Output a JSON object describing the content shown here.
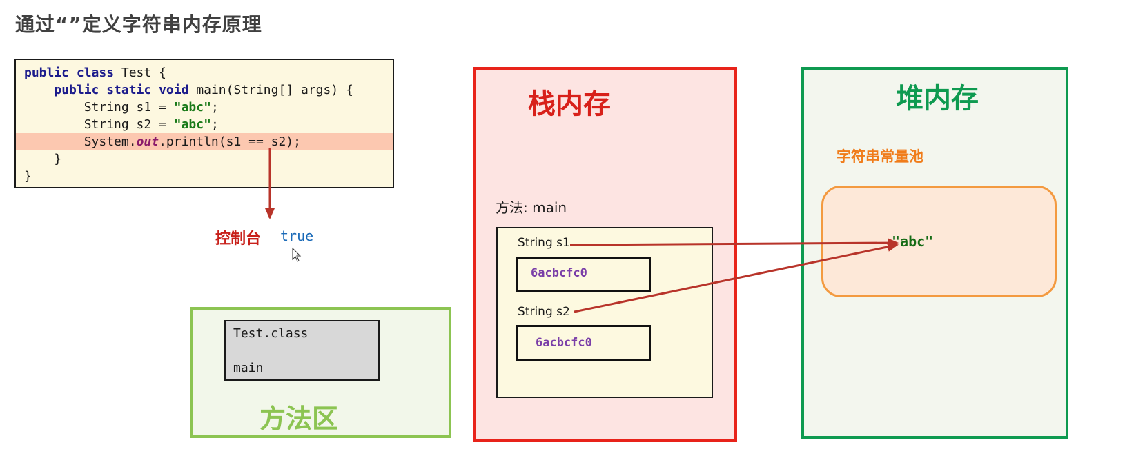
{
  "title": "通过“”定义字符串内存原理",
  "code": {
    "lines": [
      [
        {
          "t": "public class",
          "c": "kw"
        },
        {
          "t": " Test {",
          "c": ""
        }
      ],
      [
        {
          "t": "    ",
          "c": ""
        },
        {
          "t": "public static void",
          "c": "kw"
        },
        {
          "t": " main(String[] args) {",
          "c": ""
        }
      ],
      [
        {
          "t": "        String s1 = ",
          "c": ""
        },
        {
          "t": "\"abc\"",
          "c": "str"
        },
        {
          "t": ";",
          "c": ""
        }
      ],
      [
        {
          "t": "        String s2 = ",
          "c": ""
        },
        {
          "t": "\"abc\"",
          "c": "str"
        },
        {
          "t": ";",
          "c": ""
        }
      ],
      [
        {
          "t": "        System.",
          "c": ""
        },
        {
          "t": "out",
          "c": "fld"
        },
        {
          "t": ".println(s1 == s2);",
          "c": ""
        }
      ],
      [
        {
          "t": "    }",
          "c": ""
        }
      ],
      [
        {
          "t": "}",
          "c": ""
        }
      ]
    ],
    "highlighted_line": 4
  },
  "console": {
    "label": "控制台",
    "output": "true"
  },
  "method_area": {
    "label": "方法区",
    "class_name": "Test.class",
    "method": "main"
  },
  "stack": {
    "label": "栈内存",
    "method_label": "方法: main",
    "vars": [
      {
        "name": "String s1",
        "address": "6acbcfc0"
      },
      {
        "name": "String s2",
        "address": "6acbcfc0"
      }
    ]
  },
  "heap": {
    "label": "堆内存",
    "pool_label": "字符串常量池",
    "pool_value": "\"abc\""
  },
  "colors": {
    "stack_border": "#e8231a",
    "heap_border": "#0e9a50",
    "method_area_border": "#8cc452",
    "pool_border": "#f39a40",
    "arrow": "#b8342a"
  }
}
